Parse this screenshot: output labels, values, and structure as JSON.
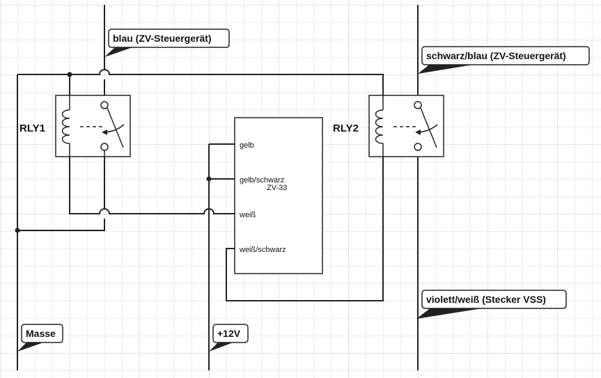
{
  "callouts": {
    "blau": "blau (ZV-Steuergerät)",
    "schwarz_blau": "schwarz/blau (ZV-Steuergerät)",
    "violett_weiss": "violett/weiß (Stecker VSS)",
    "masse": "Masse",
    "plus12v": "+12V"
  },
  "relays": {
    "rly1": "RLY1",
    "rly2": "RLY2"
  },
  "module": {
    "name": "ZV-33",
    "pins": {
      "gelb": "gelb",
      "gelb_schwarz": "gelb/schwarz",
      "weiss": "weiß",
      "weiss_schwarz": "weiß/schwarz"
    }
  }
}
